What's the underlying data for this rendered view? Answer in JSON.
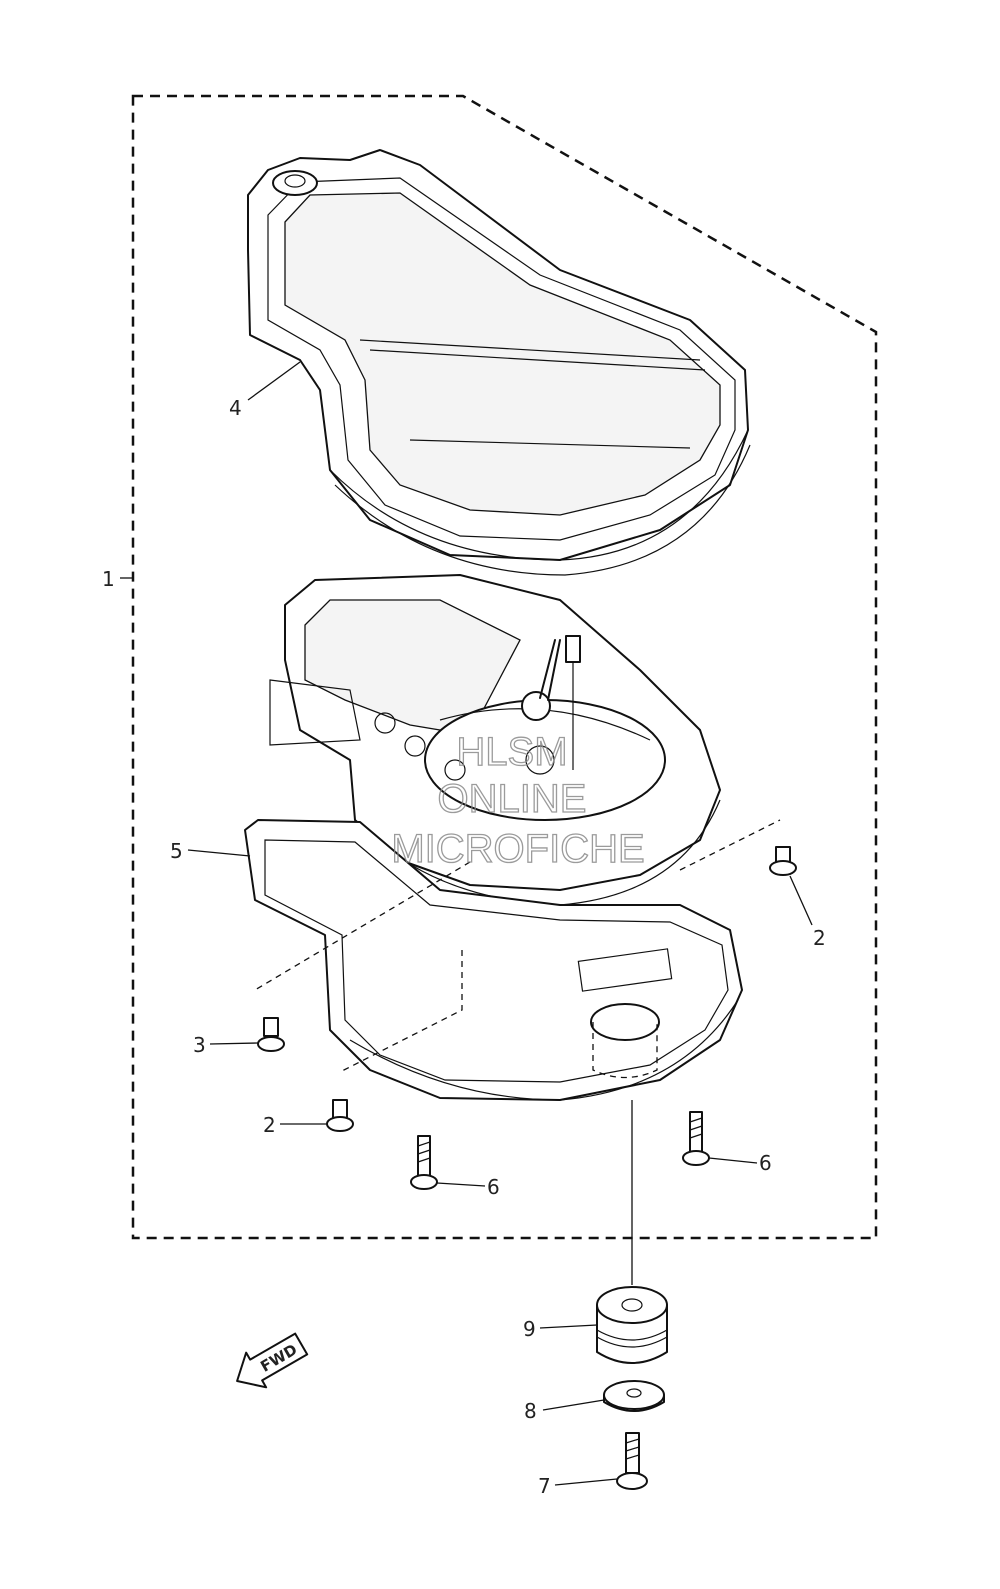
{
  "diagram": {
    "callouts": {
      "c1": "1",
      "c2a": "2",
      "c2b": "2",
      "c3": "3",
      "c4": "4",
      "c5": "5",
      "c6a": "6",
      "c6b": "6",
      "c7": "7",
      "c8": "8",
      "c9": "9"
    },
    "fwd_label": "FWD",
    "watermark": {
      "line1": "HLSM",
      "line2": "ONLINE",
      "line3": "MICROFICHE"
    }
  }
}
